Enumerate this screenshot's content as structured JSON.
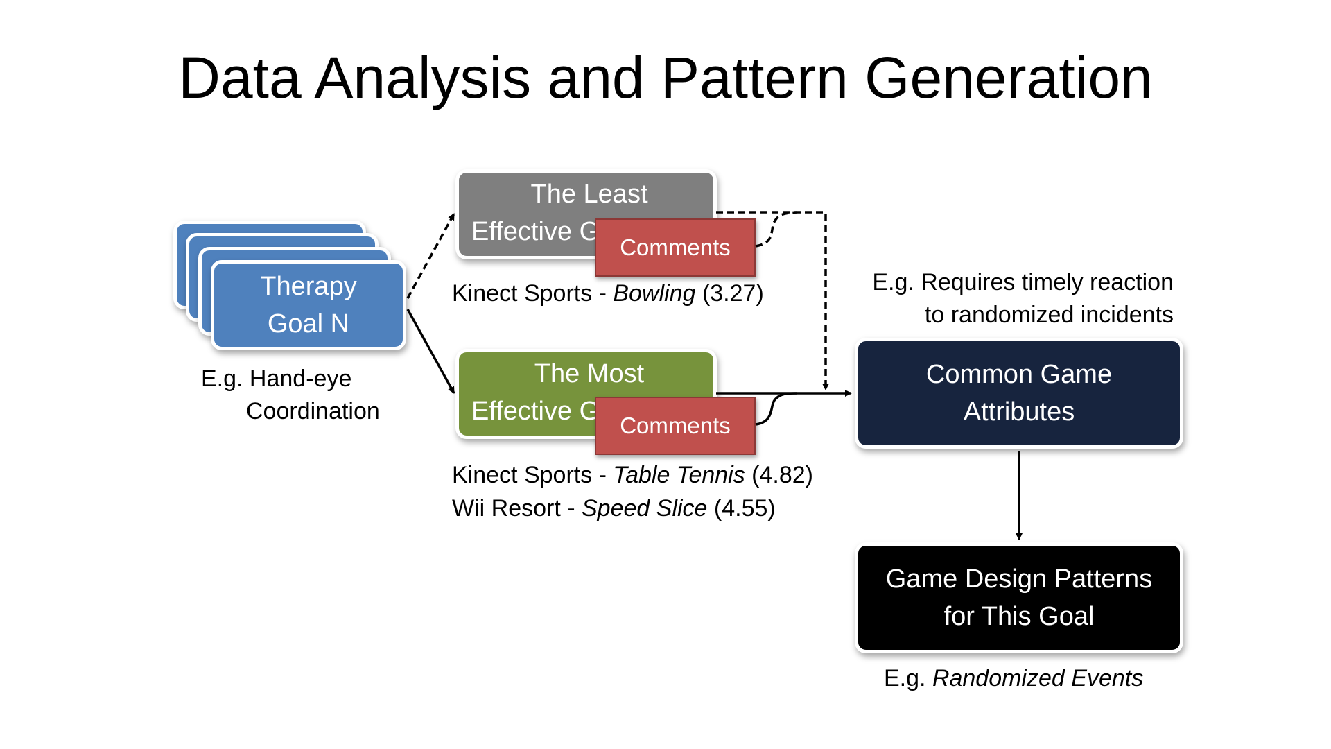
{
  "slide": {
    "title": "Data Analysis and Pattern Generation"
  },
  "therapy": {
    "line1": "Therapy",
    "line2": "Goal N",
    "example_line1": "E.g. Hand-eye",
    "example_line2": "Coordination"
  },
  "least": {
    "line1": "The Least",
    "line2": "Effective Games",
    "comments": "Comments",
    "example_prefix": "Kinect Sports - ",
    "example_game": "Bowling",
    "example_score": " (3.27)"
  },
  "most": {
    "line1": "The Most",
    "line2": "Effective Games",
    "comments": "Comments",
    "example1_prefix": "Kinect Sports - ",
    "example1_game": "Table Tennis",
    "example1_score": " (4.82)",
    "example2_prefix": "Wii Resort - ",
    "example2_game": "Speed Slice",
    "example2_score": " (4.55)"
  },
  "common": {
    "line1": "Common Game",
    "line2": "Attributes",
    "example_line1": "E.g. Requires timely reaction",
    "example_line2": "to randomized  incidents"
  },
  "patterns": {
    "line1": "Game Design Patterns",
    "line2": "for This Goal",
    "example_prefix": "E.g. ",
    "example_italic": "Randomized Events"
  },
  "colors": {
    "therapy_blue": "#4f81bd",
    "least_gray": "#7f7f7f",
    "most_green": "#77933c",
    "comments_red": "#c0504d",
    "common_navy": "#17243e",
    "patterns_black": "#000000"
  }
}
